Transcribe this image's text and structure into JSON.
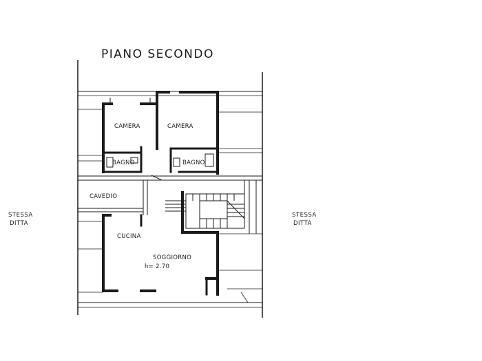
{
  "title": "PIANO SECONDO",
  "rooms": {
    "camera_1": "CAMERA",
    "camera_2": "CAMERA",
    "bagno_1": "BAGNO",
    "bagno_2": "BAGNO",
    "cavedio": "CAVEDIO",
    "cucina": "CUCINA",
    "soggiorno": "SOGGIORNO",
    "height": "h= 2.70"
  },
  "sides": {
    "left_line1": "STESSA",
    "left_line2": "DITTA",
    "right_line1": "STESSA",
    "right_line2": "DITTA"
  },
  "colors": {
    "ink": "#1a1a1a",
    "paper": "#ffffff"
  }
}
